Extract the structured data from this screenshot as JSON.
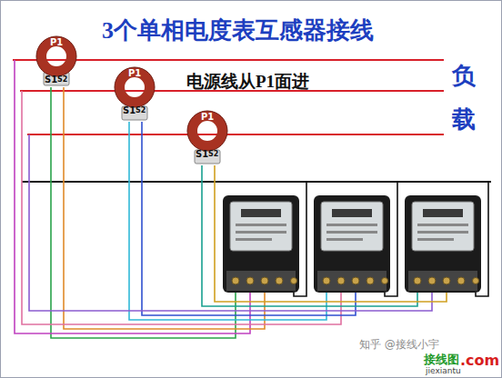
{
  "diagram": {
    "title": "3个单相电度表互感器接线",
    "labels": [
      "电源线从P1面进",
      "负",
      "载",
      "P1",
      "S1",
      "S2",
      "P1",
      "S1",
      "S2",
      "P1",
      "S1",
      "S2",
      "知乎 @接线小宇",
      "接线图",
      "jiexiantu",
      ".com"
    ]
  }
}
